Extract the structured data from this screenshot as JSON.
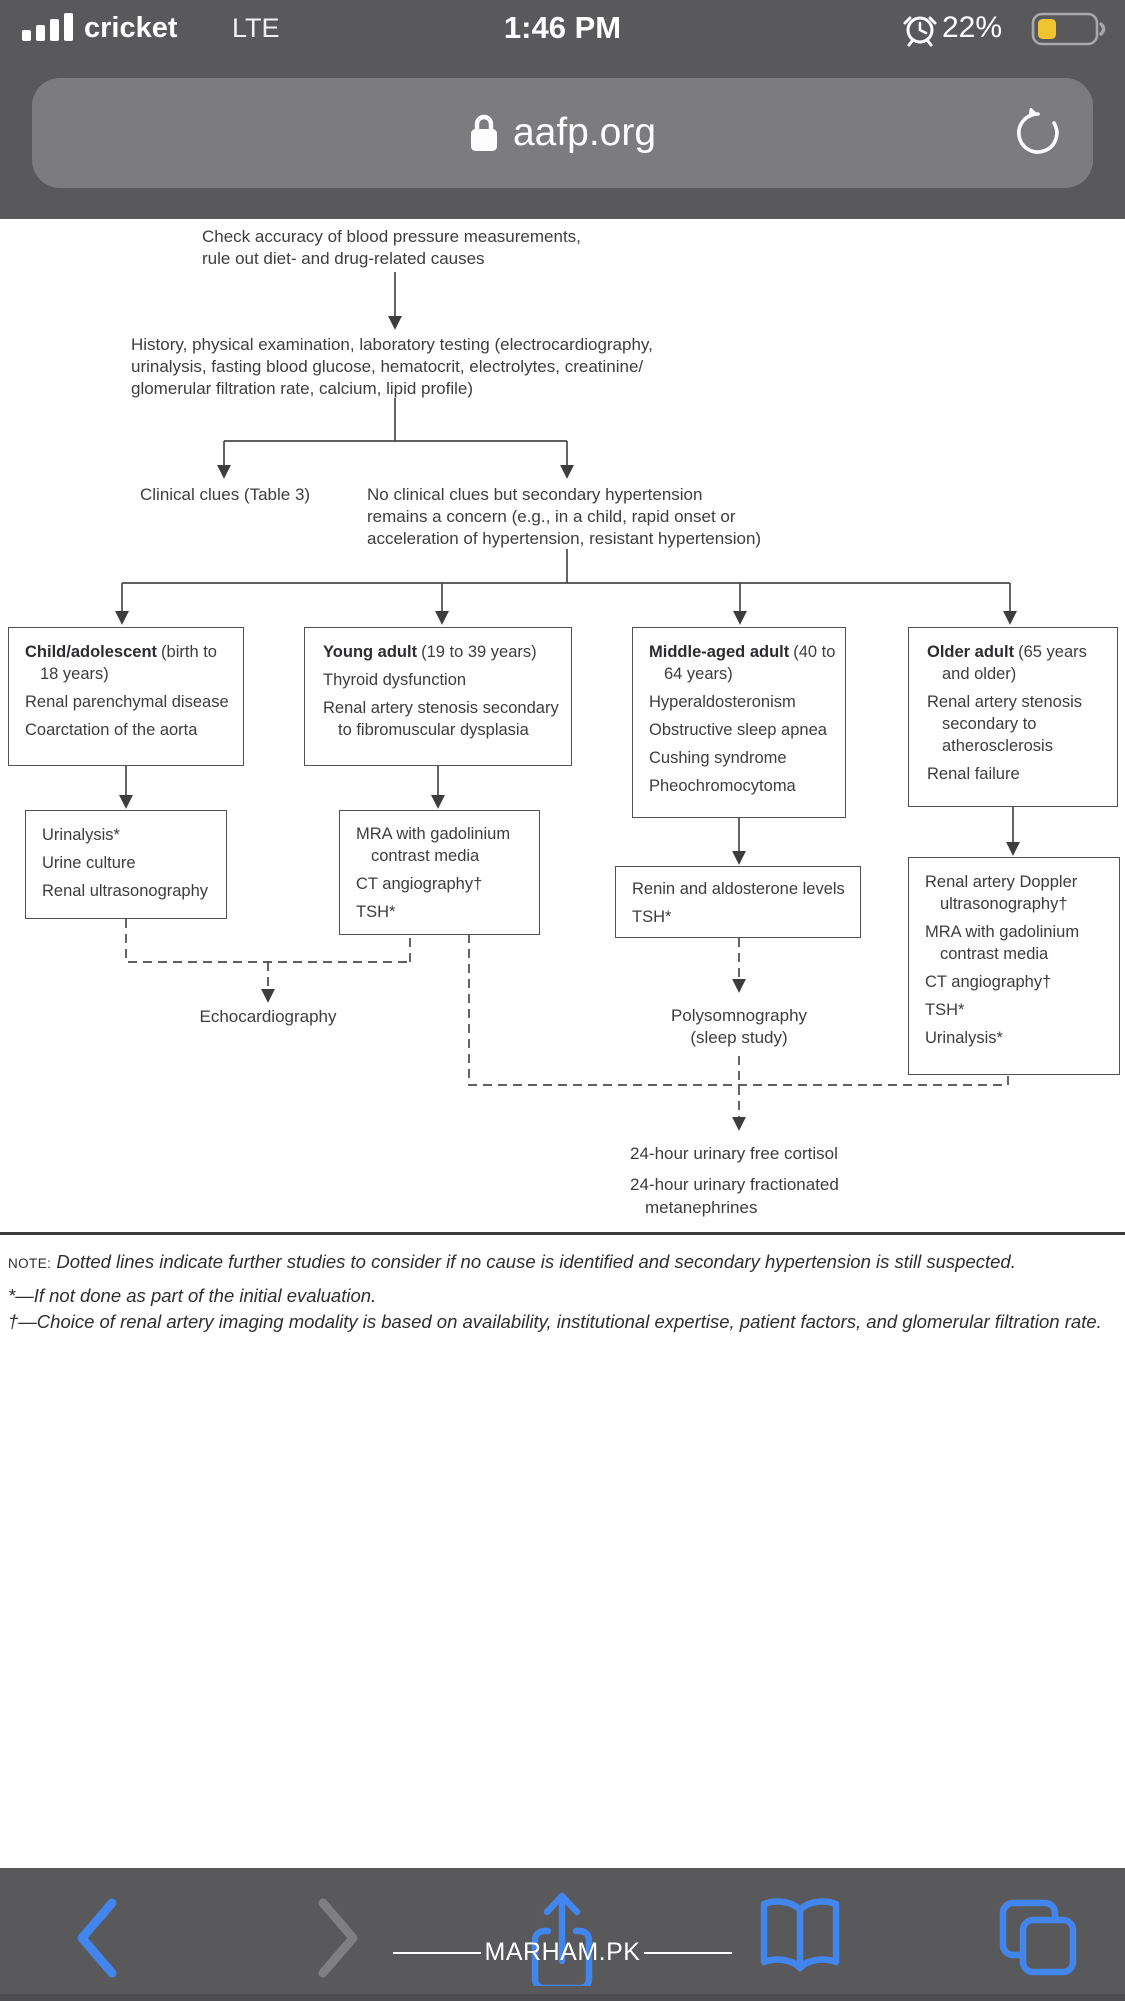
{
  "status_bar": {
    "carrier": "cricket",
    "network": "LTE",
    "time": "1:46 PM",
    "battery_percent": "22%"
  },
  "url_bar": {
    "domain": "aafp.org"
  },
  "toolbar": {
    "watermark": "MARHAM.PK"
  },
  "colors": {
    "chrome_bg": "#59595b",
    "pill_bg": "#7c7c7f",
    "accent_blue": "#4285ec",
    "disabled_gray": "#7f7f82",
    "battery_yellow": "#f0c330",
    "diagram_line": "#3d3d3f"
  },
  "flowchart": {
    "step1_lines": [
      "Check accuracy of blood pressure measurements,",
      "rule out diet- and drug-related causes"
    ],
    "step2_lines": [
      "History, physical examination, laboratory testing (electrocardiography,",
      "urinalysis, fasting blood glucose, hematocrit, electrolytes, creatinine/",
      "glomerular filtration rate, calcium, lipid profile)"
    ],
    "clinical_clues": "Clinical clues (Table 3)",
    "no_clues_lines": [
      "No clinical clues but secondary hypertension",
      "remains a concern (e.g., in a child, rapid onset or",
      "acceleration of hypertension, resistant hypertension)"
    ],
    "age_boxes": [
      {
        "title": "Child/adolescent",
        "suffix": "(birth to 18 years)",
        "items": [
          "Renal parenchymal disease",
          "Coarctation of the aorta"
        ]
      },
      {
        "title": "Young adult",
        "suffix": "(19 to 39 years)",
        "items": [
          "Thyroid dysfunction",
          "Renal artery stenosis secondary to fibromuscular dysplasia"
        ]
      },
      {
        "title": "Middle-aged adult",
        "suffix": "(40 to 64 years)",
        "items": [
          "Hyperaldosteronism",
          "Obstructive sleep apnea",
          "Cushing syndrome",
          "Pheochromocytoma"
        ]
      },
      {
        "title": "Older adult",
        "suffix": "(65 years and older)",
        "items": [
          "Renal artery stenosis secondary to atherosclerosis",
          "Renal failure"
        ]
      }
    ],
    "test_boxes": [
      {
        "items": [
          "Urinalysis*",
          "Urine culture",
          "Renal ultrasonography"
        ]
      },
      {
        "items": [
          "MRA with gadolinium contrast media",
          "CT angiography†",
          "TSH*"
        ]
      },
      {
        "items": [
          "Renin and aldosterone levels",
          "TSH*"
        ]
      },
      {
        "items": [
          "Renal artery Doppler ultrasonography†",
          "MRA with gadolinium contrast media",
          "CT angiography†",
          "TSH*",
          "Urinalysis*"
        ]
      }
    ],
    "followups": {
      "echocardiography": "Echocardiography",
      "polysomnography_lines": [
        "Polysomnography",
        "(sleep study)"
      ],
      "urinary_items": [
        "24-hour urinary free cortisol",
        "24-hour urinary fractionated metanephrines"
      ]
    }
  },
  "notes": {
    "note_label": "NOTE:",
    "note_text": "Dotted lines indicate further studies to consider if no cause is identified and secondary hypertension is still suspected.",
    "footnote_star": "*—If not done as part of the initial evaluation.",
    "footnote_dagger": "†—Choice of renal artery imaging modality is based on availability, institutional expertise, patient factors, and glomerular filtration rate."
  }
}
